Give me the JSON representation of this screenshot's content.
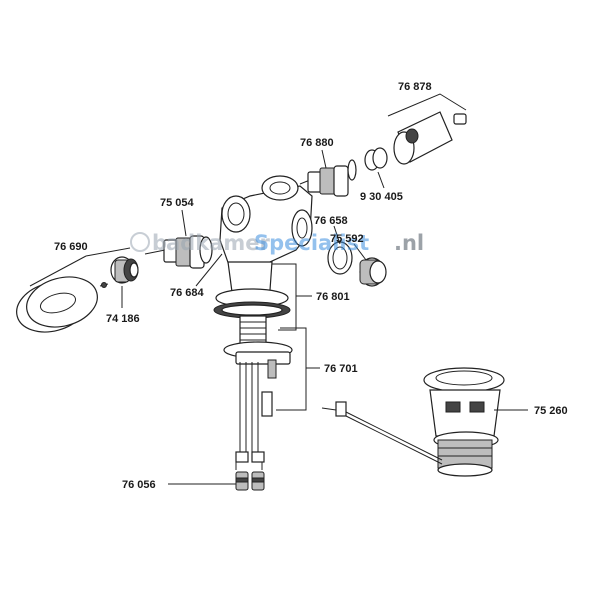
{
  "watermark": {
    "part1": "b",
    "part2": "adkamer",
    "part3": "Specialist",
    "part4": ".nl"
  },
  "labels": [
    "76 878",
    "76 880",
    "9 30 405",
    "75 054",
    "76 658",
    "75 592",
    "76 690",
    "76 684",
    "76 801",
    "74 186",
    "76 701",
    "75 260",
    "76 056"
  ]
}
